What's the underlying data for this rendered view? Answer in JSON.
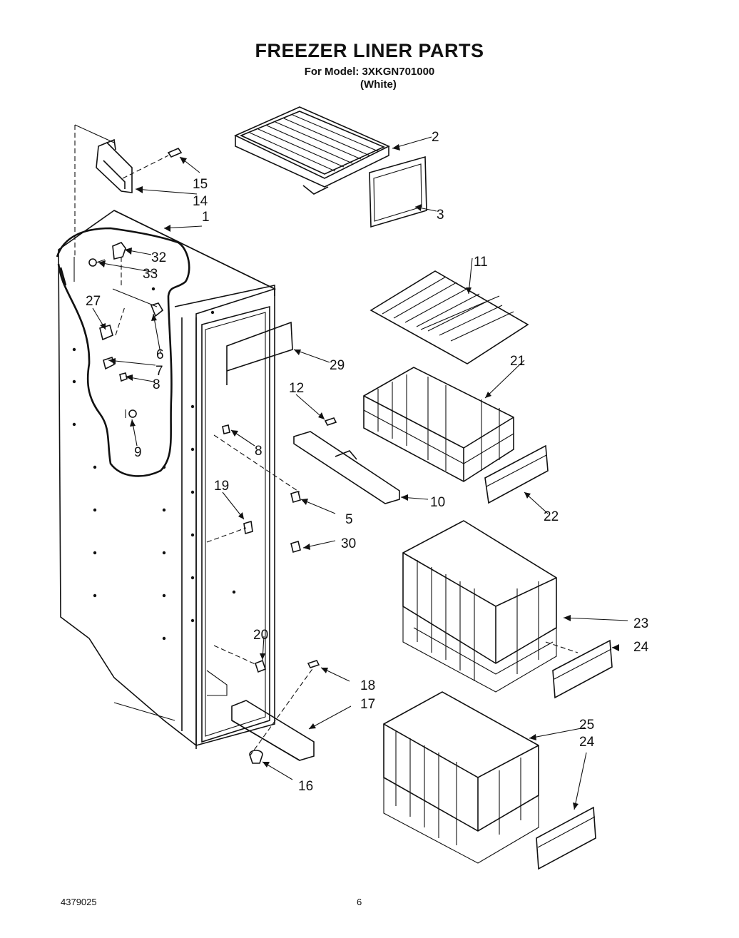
{
  "header": {
    "title": "FREEZER LINER PARTS",
    "model_line": "For Model: 3XKGN701000",
    "color_line": "(White)"
  },
  "footer": {
    "doc_number": "4379025",
    "page_number": "6"
  },
  "callouts": [
    "1",
    "2",
    "3",
    "5",
    "6",
    "7",
    "8",
    "8",
    "9",
    "10",
    "11",
    "12",
    "14",
    "15",
    "16",
    "17",
    "18",
    "19",
    "20",
    "21",
    "22",
    "23",
    "24",
    "24",
    "25",
    "27",
    "29",
    "30",
    "32",
    "33"
  ]
}
